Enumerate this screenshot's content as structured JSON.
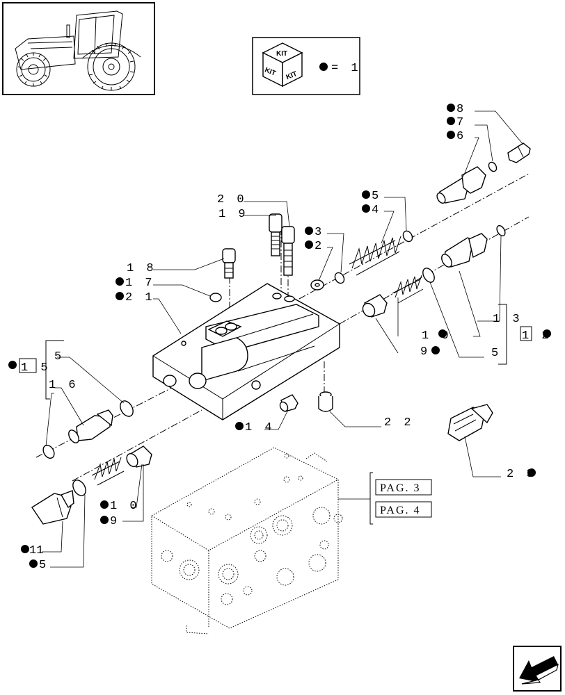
{
  "kit_box": {
    "label_top": "KIT",
    "label_left": "KIT",
    "label_right": "KIT",
    "legend": "= 1"
  },
  "part_labels": [
    {
      "key": "p8",
      "text": "8",
      "marked": true
    },
    {
      "key": "p7",
      "text": "7",
      "marked": true
    },
    {
      "key": "p6",
      "text": "6",
      "marked": true
    },
    {
      "key": "p5a",
      "text": "5",
      "marked": true
    },
    {
      "key": "p4",
      "text": "4",
      "marked": true
    },
    {
      "key": "p20",
      "text": "2 0",
      "marked": false
    },
    {
      "key": "p19",
      "text": "1 9",
      "marked": false
    },
    {
      "key": "p3",
      "text": "3",
      "marked": true
    },
    {
      "key": "p2",
      "text": "2",
      "marked": true
    },
    {
      "key": "p18",
      "text": "1 8",
      "marked": false
    },
    {
      "key": "p17",
      "text": "1 7",
      "marked": true
    },
    {
      "key": "p21",
      "text": "2 1",
      "marked": true
    },
    {
      "key": "p13",
      "text": "1 3",
      "marked": false
    },
    {
      "key": "p10a",
      "text": "1 0",
      "marked": true
    },
    {
      "key": "p12",
      "text": "1 2",
      "marked": true
    },
    {
      "key": "p9a",
      "text": "9",
      "marked": true
    },
    {
      "key": "p5b",
      "text": "5",
      "marked": false
    },
    {
      "key": "p15",
      "text": "1 5",
      "marked": true
    },
    {
      "key": "p5c",
      "text": "5",
      "marked": false
    },
    {
      "key": "p16",
      "text": "1 6",
      "marked": false
    },
    {
      "key": "p14",
      "text": "1 4",
      "marked": true
    },
    {
      "key": "p22",
      "text": "2 2",
      "marked": false
    },
    {
      "key": "p23",
      "text": "2 3",
      "marked": true
    },
    {
      "key": "p10b",
      "text": "1 0",
      "marked": true
    },
    {
      "key": "p9b",
      "text": "9",
      "marked": true
    },
    {
      "key": "p11",
      "text": "11",
      "marked": true
    },
    {
      "key": "p5d",
      "text": "5",
      "marked": true
    }
  ],
  "page_refs": [
    "PAG. 3",
    "PAG. 4"
  ],
  "icons": {
    "tractor": "tractor-thumbnail-icon",
    "kit": "kit-cube-icon",
    "nav": "previous-page-arrow-icon"
  }
}
